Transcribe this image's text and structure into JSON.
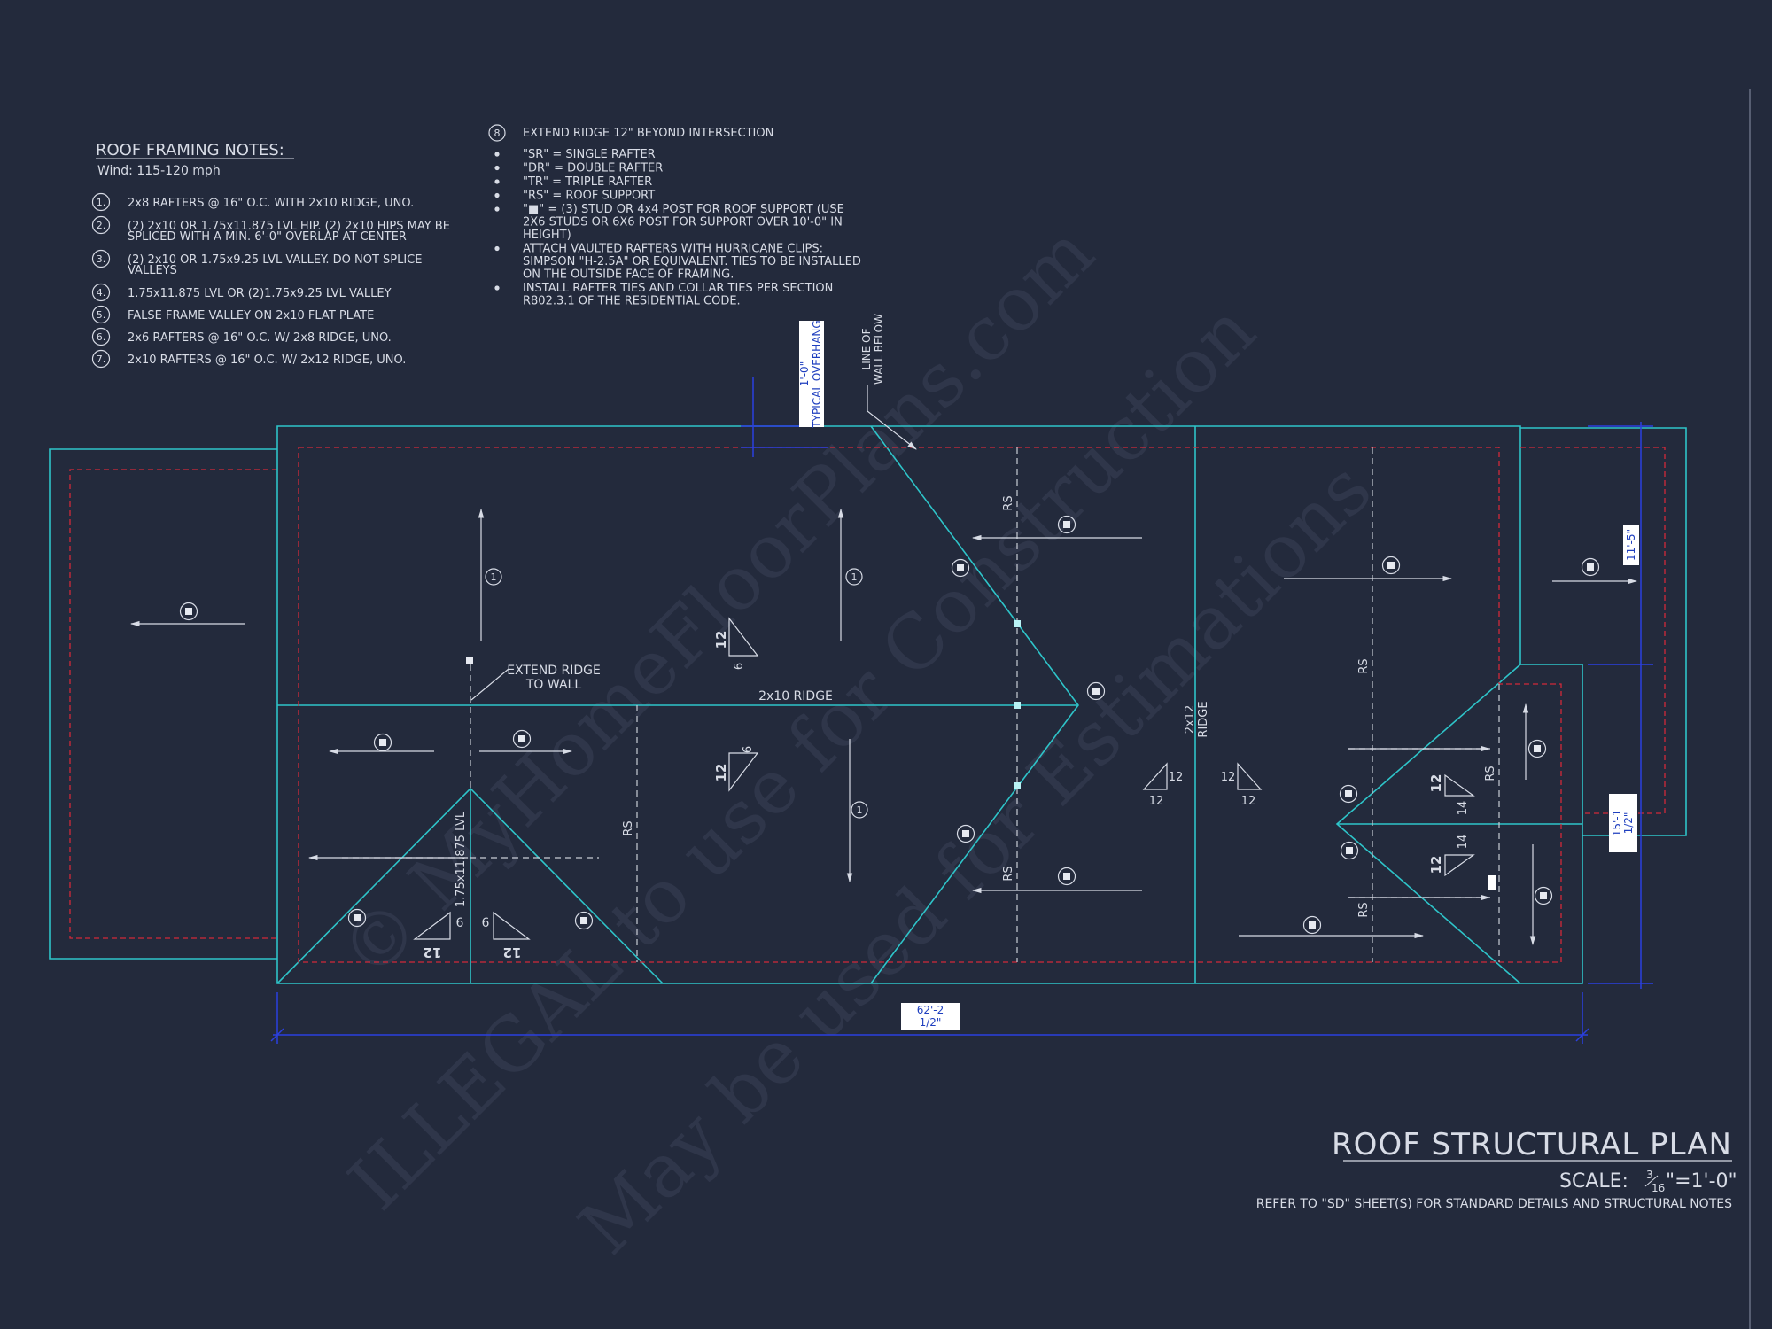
{
  "watermark": [
    "© MyHomeFloorPlans.com",
    "ILLEGAL to use for Construction",
    "May be used for Estimations"
  ],
  "framing_notes": {
    "title": "ROOF FRAMING NOTES:",
    "wind": "Wind: 115-120 mph",
    "items": [
      {
        "num": "1.",
        "lines": [
          "2x8 RAFTERS @ 16\" O.C. WITH 2x10 RIDGE, UNO."
        ]
      },
      {
        "num": "2.",
        "lines": [
          "(2) 2x10 OR 1.75x11.875 LVL HIP. (2) 2x10 HIPS MAY BE",
          "SPLICED WITH A MIN. 6'-0\" OVERLAP AT CENTER"
        ]
      },
      {
        "num": "3.",
        "lines": [
          "(2) 2x10 OR 1.75x9.25 LVL VALLEY. DO NOT SPLICE",
          "VALLEYS"
        ]
      },
      {
        "num": "4.",
        "lines": [
          "1.75x11.875 LVL OR (2)1.75x9.25 LVL VALLEY"
        ]
      },
      {
        "num": "5.",
        "lines": [
          "FALSE FRAME VALLEY ON 2x10 FLAT PLATE"
        ]
      },
      {
        "num": "6.",
        "lines": [
          "2x6 RAFTERS @ 16\" O.C. W/ 2x8 RIDGE, UNO."
        ]
      },
      {
        "num": "7.",
        "lines": [
          "2x10 RAFTERS @ 16\" O.C. W/ 2x12 RIDGE, UNO."
        ]
      }
    ]
  },
  "notes_right": {
    "item8": {
      "num": "8",
      "text": "EXTEND RIDGE 12\" BEYOND INTERSECTION"
    },
    "bullets": [
      [
        "\"SR\"  = SINGLE RAFTER"
      ],
      [
        "\"DR\" = DOUBLE RAFTER"
      ],
      [
        "\"TR\" = TRIPLE RAFTER"
      ],
      [
        "\"RS\" = ROOF SUPPORT"
      ],
      [
        "\"■\" = (3) STUD OR 4x4 POST FOR ROOF SUPPORT (USE",
        "2X6 STUDS OR 6X6 POST FOR SUPPORT OVER 10'-0\" IN",
        "HEIGHT)"
      ],
      [
        "ATTACH VAULTED RAFTERS WITH HURRICANE CLIPS:",
        "SIMPSON \"H-2.5A\" OR EQUIVALENT. TIES TO BE INSTALLED",
        "ON THE OUTSIDE FACE OF FRAMING."
      ],
      [
        "INSTALL RAFTER TIES AND COLLAR TIES PER SECTION",
        "R802.3.1 OF THE  RESIDENTIAL CODE."
      ]
    ]
  },
  "plan_labels": {
    "overhang_line1": "1'-0\"",
    "overhang_line2": "TYPICAL OVERHANG",
    "wall_line1": "LINE OF",
    "wall_line2": "WALL BELOW",
    "extend_ridge_1": "EXTEND RIDGE",
    "extend_ridge_2": "TO WALL",
    "ridge_2x10": "2x10 RIDGE",
    "ridge_2x12_1": "2x12",
    "ridge_2x12_2": "RIDGE",
    "lvl": "1.75x11.875 LVL",
    "rs": "RS",
    "note_1": "1",
    "pitch_12": "12",
    "pitch_6": "6",
    "pitch_14": "14"
  },
  "dimensions": {
    "overall_width_1": "62'-2",
    "overall_width_2": "1/2\"",
    "right_upper": "11'-5\"",
    "right_lower_1": "15'-1",
    "right_lower_2": "1/2\""
  },
  "title_block": {
    "title": "ROOF STRUCTURAL PLAN",
    "scale_label": "SCALE:",
    "scale_num": "3",
    "scale_den": "16",
    "scale_rest": "\"=1'-0\"",
    "reference": "REFER TO \"SD\" SHEET(S) FOR STANDARD DETAILS AND STRUCTURAL NOTES"
  },
  "colors": {
    "background": "#232a3c",
    "roof_lines": "#2ec4c9",
    "wall_below": "#d2293a",
    "dimensions": "#2b3fe0",
    "text": "#d8dce6"
  }
}
